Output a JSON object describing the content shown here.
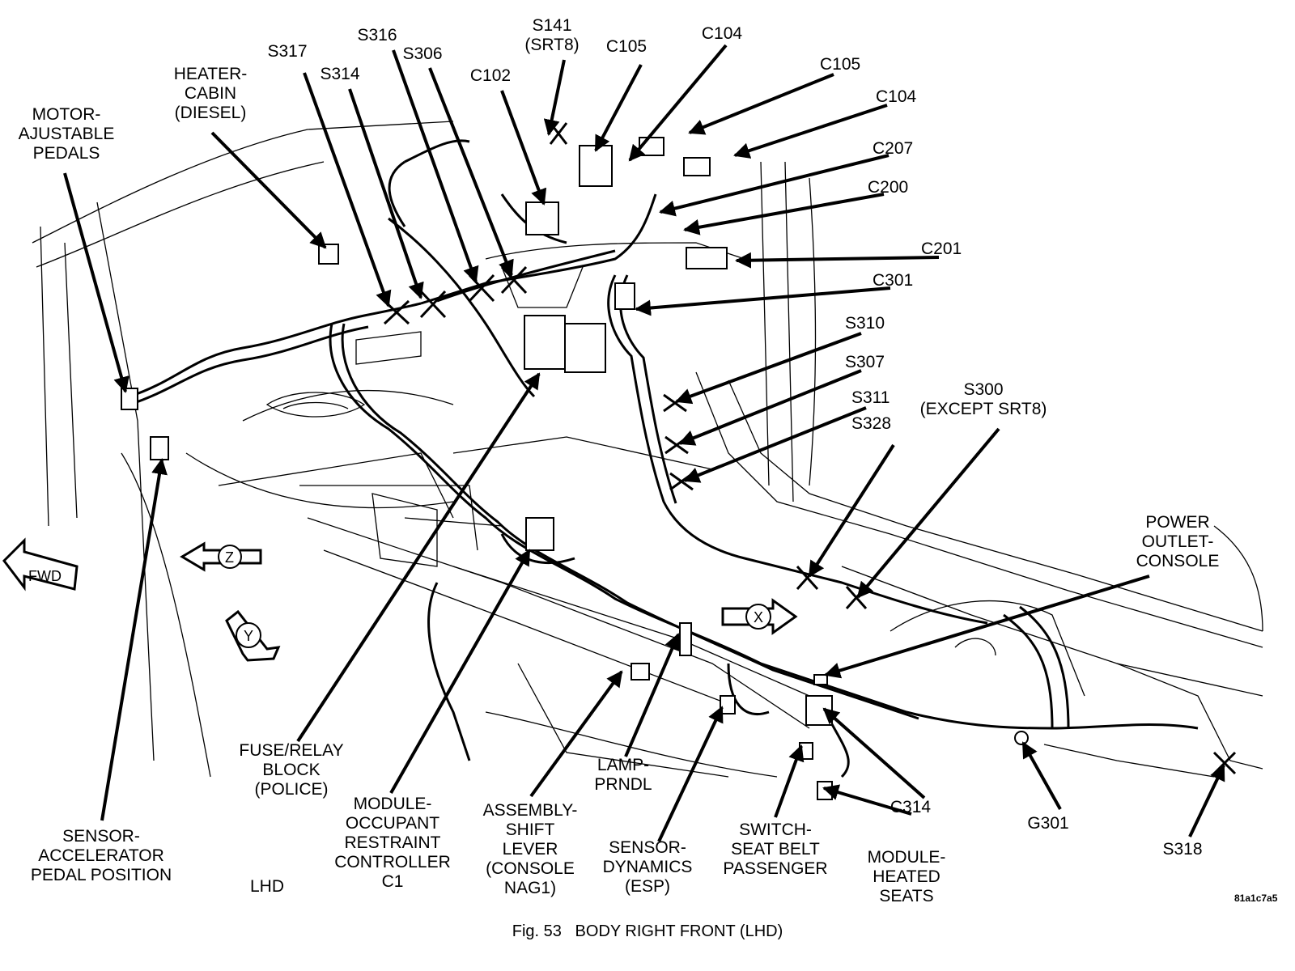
{
  "figure": {
    "caption": "Fig. 53   BODY RIGHT FRONT (LHD)",
    "id": "81a1c7a5",
    "drive_label": "LHD"
  },
  "orientation": {
    "forward": "FWD",
    "x_axis": "X",
    "y_axis": "Y",
    "z_axis": "Z"
  },
  "callouts": [
    {
      "key": "motor-ajustable-pedals",
      "text": "MOTOR-\nAJUSTABLE\nPEDALS"
    },
    {
      "key": "heater-cabin",
      "text": "HEATER-\nCABIN\n(DIESEL)"
    },
    {
      "key": "s317",
      "text": "S317"
    },
    {
      "key": "s314",
      "text": "S314"
    },
    {
      "key": "s316",
      "text": "S316"
    },
    {
      "key": "s306",
      "text": "S306"
    },
    {
      "key": "c102",
      "text": "C102"
    },
    {
      "key": "s141",
      "text": "S141\n(SRT8)"
    },
    {
      "key": "c105-top",
      "text": "C105"
    },
    {
      "key": "c104-top",
      "text": "C104"
    },
    {
      "key": "c105-right",
      "text": "C105"
    },
    {
      "key": "c104-right",
      "text": "C104"
    },
    {
      "key": "c207",
      "text": "C207"
    },
    {
      "key": "c200",
      "text": "C200"
    },
    {
      "key": "c201",
      "text": "C201"
    },
    {
      "key": "c301",
      "text": "C301"
    },
    {
      "key": "s310",
      "text": "S310"
    },
    {
      "key": "s307",
      "text": "S307"
    },
    {
      "key": "s311",
      "text": "S311"
    },
    {
      "key": "s328",
      "text": "S328"
    },
    {
      "key": "s300",
      "text": "S300\n(EXCEPT SRT8)"
    },
    {
      "key": "power-outlet-console",
      "text": "POWER\nOUTLET-\nCONSOLE"
    },
    {
      "key": "fuse-relay-block",
      "text": "FUSE/RELAY\nBLOCK\n(POLICE)"
    },
    {
      "key": "module-occupant-restraint",
      "text": "MODULE-\nOCCUPANT\nRESTRAINT\nCONTROLLER\nC1"
    },
    {
      "key": "assembly-shift-lever",
      "text": "ASSEMBLY-\nSHIFT\nLEVER\n(CONSOLE\nNAG1)"
    },
    {
      "key": "lamp-prndl",
      "text": "LAMP-\nPRNDL"
    },
    {
      "key": "sensor-dynamics",
      "text": "SENSOR-\nDYNAMICS\n(ESP)"
    },
    {
      "key": "switch-seat-belt",
      "text": "SWITCH-\nSEAT BELT\nPASSENGER"
    },
    {
      "key": "c314",
      "text": "C314"
    },
    {
      "key": "module-heated-seats",
      "text": "MODULE-\nHEATED\nSEATS"
    },
    {
      "key": "g301",
      "text": "G301"
    },
    {
      "key": "s318",
      "text": "S318"
    },
    {
      "key": "sensor-accelerator",
      "text": "SENSOR-\nACCELERATOR\nPEDAL POSITION"
    }
  ]
}
